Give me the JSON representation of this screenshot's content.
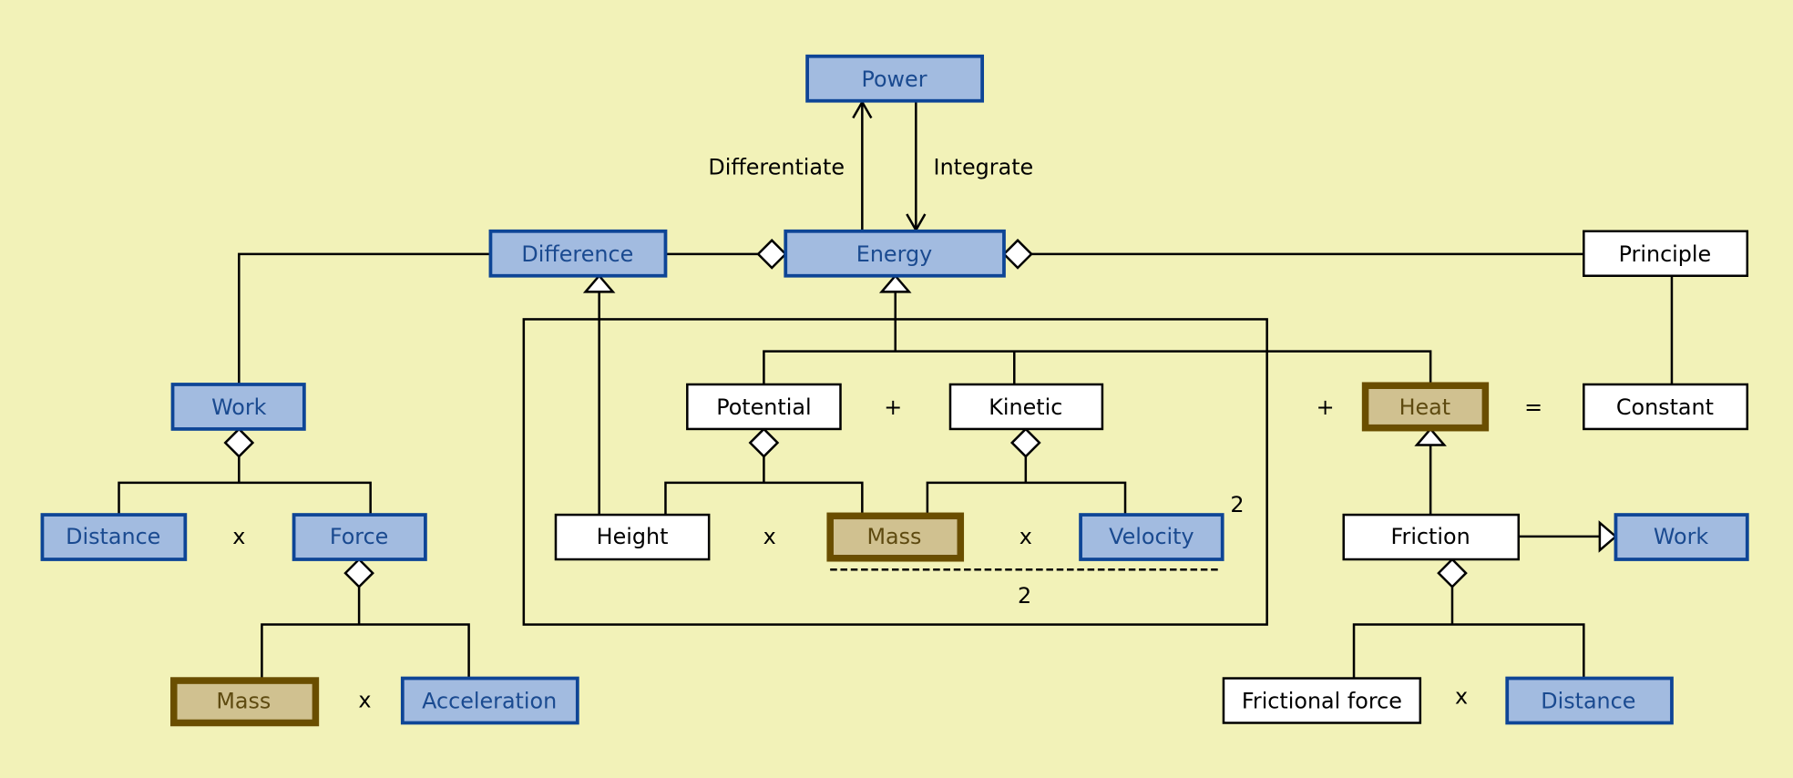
{
  "colors": {
    "background": "#f2f2b8",
    "concept_fill": "#a2bbe0",
    "concept_border": "#0e4596",
    "highlight_fill": "#d0c190",
    "highlight_border": "#6a4e00"
  },
  "nodes": {
    "power": "Power",
    "difference": "Difference",
    "energy": "Energy",
    "principle": "Principle",
    "work": "Work",
    "potential": "Potential",
    "kinetic": "Kinetic",
    "heat": "Heat",
    "constant": "Constant",
    "distance": "Distance",
    "force": "Force",
    "height": "Height",
    "mass": "Mass",
    "velocity": "Velocity",
    "friction": "Friction",
    "work_right": "Work",
    "mass_bottom": "Mass",
    "acceleration": "Acceleration",
    "frictional_force": "Frictional force",
    "distance_right": "Distance"
  },
  "labels": {
    "differentiate": "Differentiate",
    "integrate": "Integrate",
    "plus1": "+",
    "plus2": "+",
    "equals": "=",
    "times_work": "x",
    "times_force": "x",
    "times_potential": "x",
    "times_kinetic": "x",
    "times_friction": "x",
    "exponent": "2",
    "divisor": "2"
  }
}
